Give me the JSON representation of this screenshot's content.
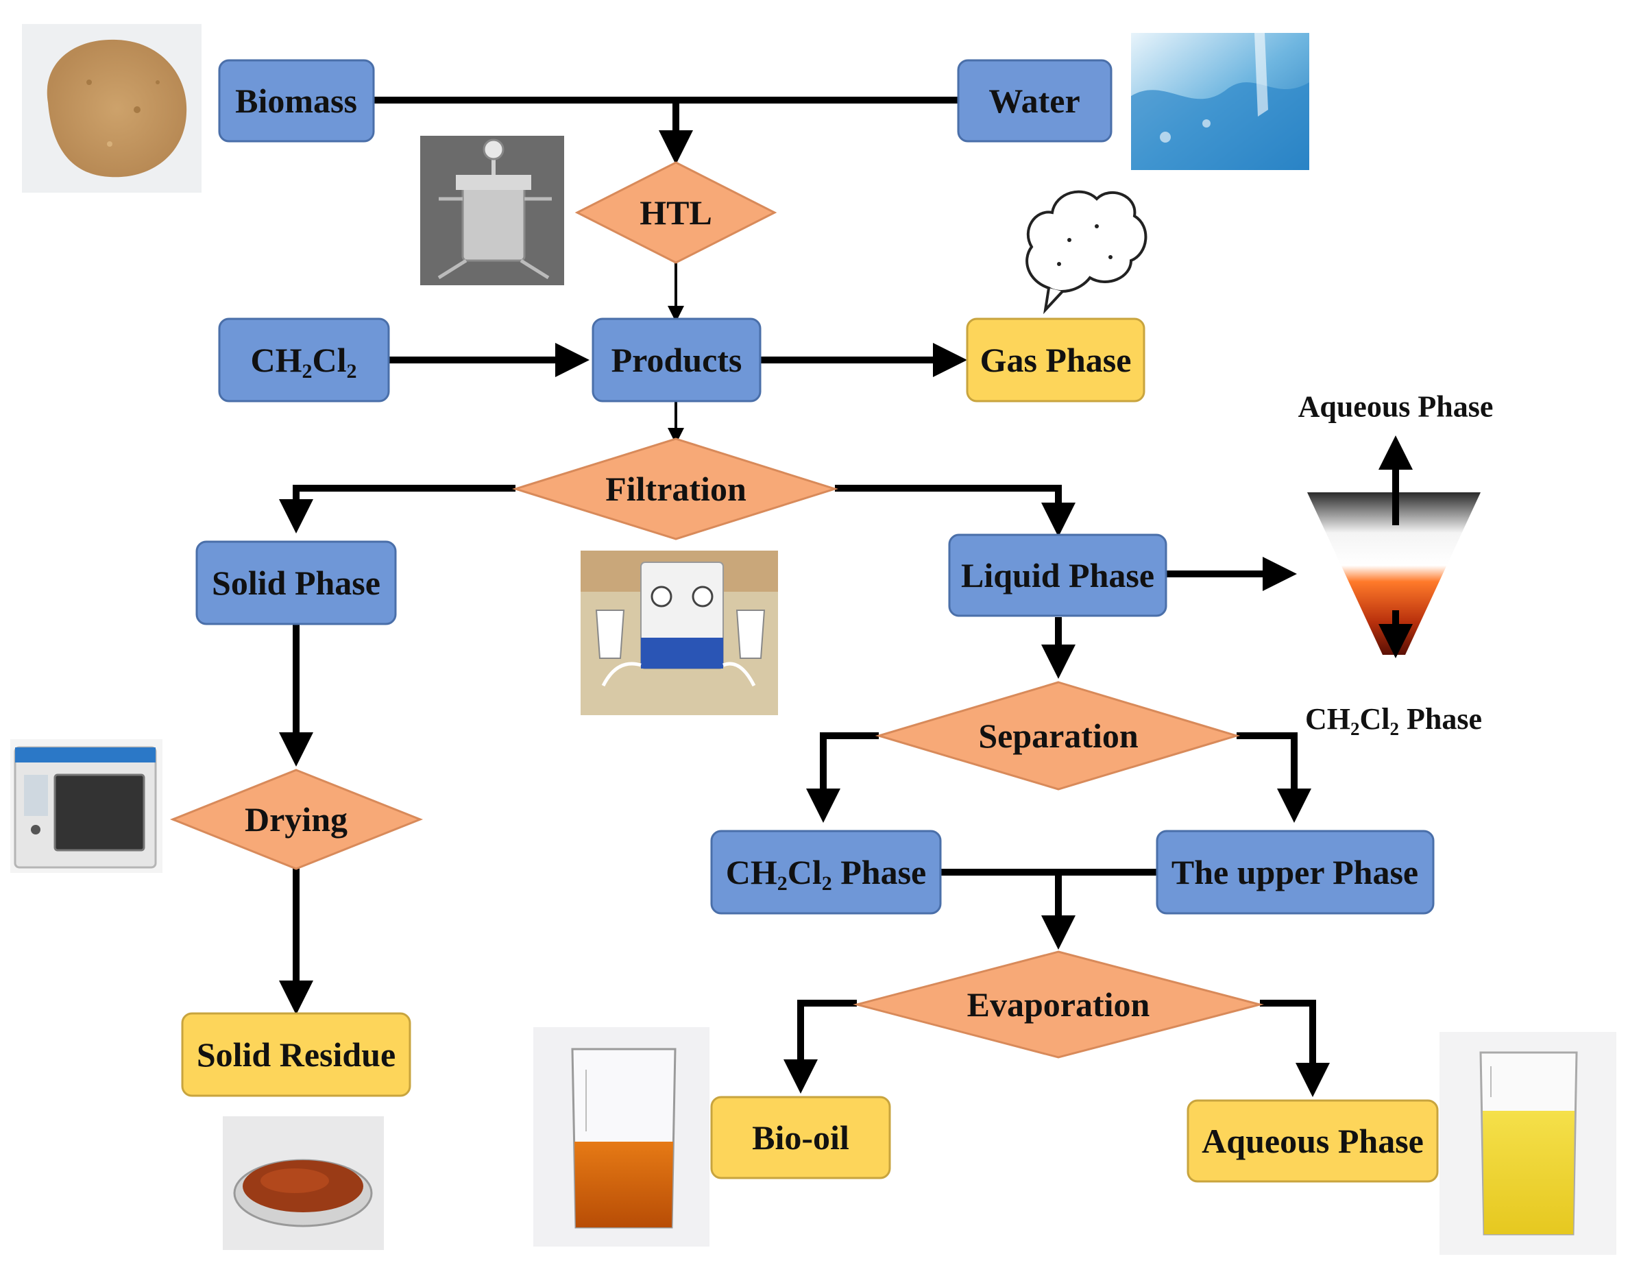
{
  "nodes": {
    "biomass": "Biomass",
    "water": "Water",
    "htl": "HTL",
    "ch2cl2_input": {
      "main": "CH",
      "sub1": "2",
      "mid": "Cl",
      "sub2": "2"
    },
    "products": "Products",
    "gas_phase": "Gas Phase",
    "filtration": "Filtration",
    "solid_phase": "Solid Phase",
    "liquid_phase": "Liquid Phase",
    "drying": "Drying",
    "solid_residue": "Solid Residue",
    "separation": "Separation",
    "ch2cl2_phase": {
      "main": "CH",
      "sub1": "2",
      "mid": "Cl",
      "sub2": "2",
      "tail": " Phase"
    },
    "upper_phase": "The upper Phase",
    "evaporation": "Evaporation",
    "bio_oil": "Bio-oil",
    "aqueous_phase": "Aqueous Phase"
  },
  "funnel_labels": {
    "top": "Aqueous Phase",
    "bottom": {
      "main": "CH",
      "sub1": "2",
      "mid": "Cl",
      "sub2": "2",
      "tail": " Phase"
    }
  },
  "colors": {
    "process_box": "#6f97d7",
    "product_box": "#fdd55a",
    "step_diamond": "#f7a977"
  },
  "illustrations": [
    "biomass-powder-photo",
    "water-splash-photo",
    "htl-reactor-photo",
    "gas-cloud-icon",
    "vacuum-filtration-photo",
    "separatory-funnel-graphic",
    "drying-oven-photo",
    "solid-residue-dish-photo",
    "bio-oil-beaker-photo",
    "aqueous-phase-beaker-photo"
  ]
}
